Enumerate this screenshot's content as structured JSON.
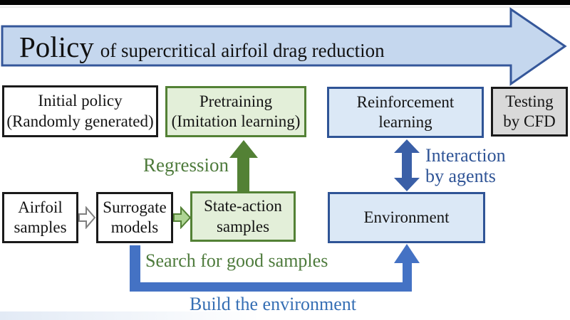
{
  "header": {
    "title_emphasis": "Policy",
    "title_rest": "of supercritical airfoil drag reduction"
  },
  "boxes": {
    "initial_policy": {
      "line1": "Initial policy",
      "line2": "(Randomly generated)"
    },
    "pretraining": {
      "line1": "Pretraining",
      "line2": "(Imitation learning)"
    },
    "reinforcement_learning": {
      "line1": "Reinforcement",
      "line2": "learning"
    },
    "testing_cfd": {
      "line1": "Testing",
      "line2": "by CFD"
    },
    "airfoil_samples": {
      "line1": "Airfoil",
      "line2": "samples"
    },
    "surrogate_models": {
      "line1": "Surrogate",
      "line2": "models"
    },
    "state_action_samples": {
      "line1": "State-action",
      "line2": "samples"
    },
    "environment": {
      "line1": "Environment"
    }
  },
  "labels": {
    "regression": "Regression",
    "interaction_line1": "Interaction",
    "interaction_line2": "by agents",
    "search": "Search for good samples",
    "build": "Build the environment"
  },
  "colors": {
    "banner_fill": "#c5d7ee",
    "banner_border": "#35579a",
    "green_box_fill": "#e3efd9",
    "green_border": "#538135",
    "blue_box_fill": "#dbe8f6",
    "blue_border": "#2f5496",
    "gray_box_fill": "#d9d9d9",
    "green_arrow_solid": "#538135",
    "green_block_arrow_fill": "#aed494",
    "double_arrow_blue": "#3a5fa7",
    "elbow_arrow_blue": "#4472c4",
    "label_green": "#4e7b3c",
    "label_dark_blue": "#2f5496",
    "label_blue": "#366fb4"
  }
}
